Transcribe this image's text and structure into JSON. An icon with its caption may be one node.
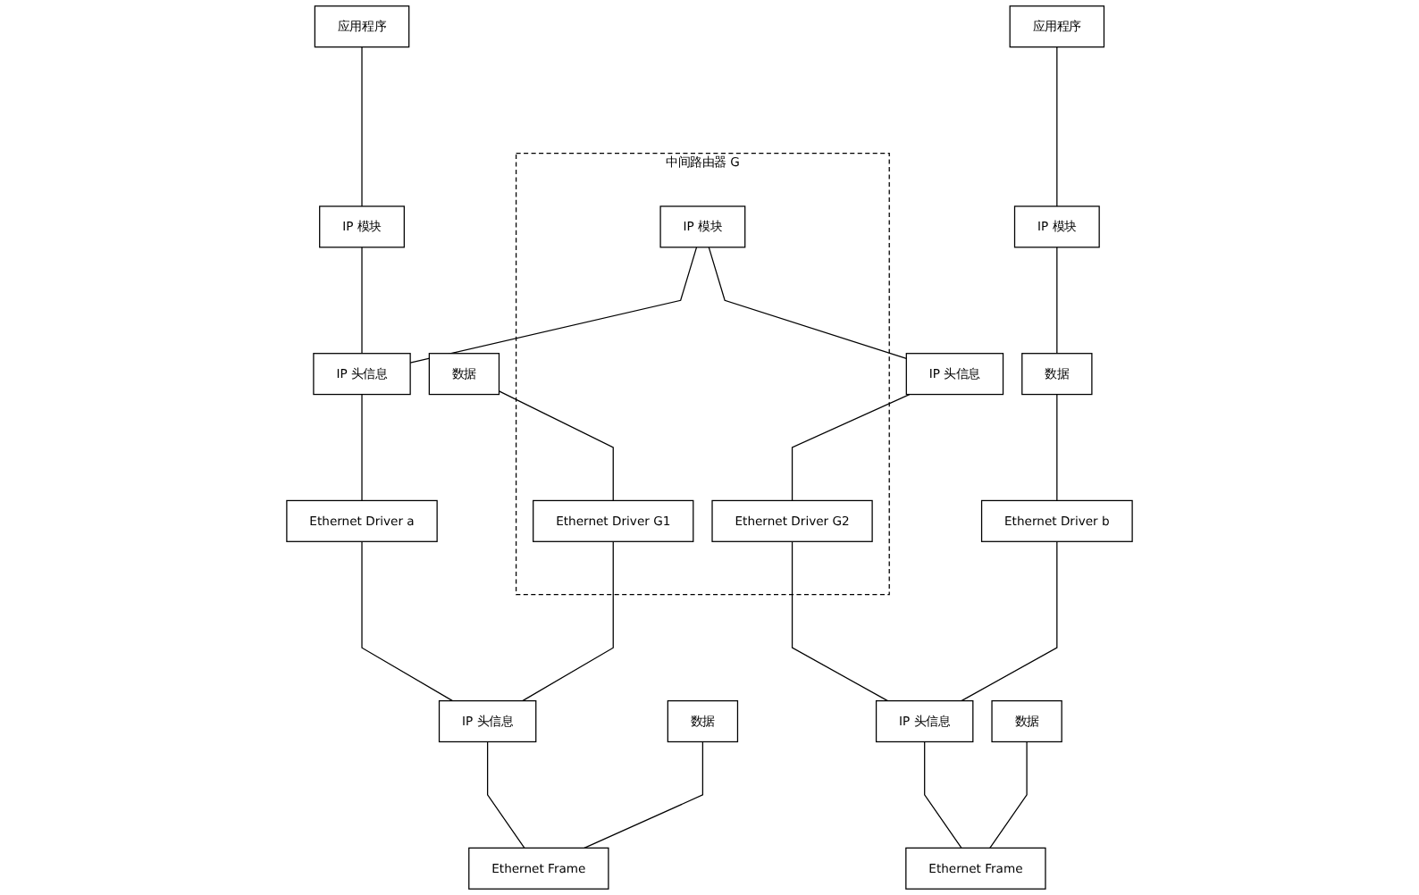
{
  "diagram": {
    "nodes": [
      {
        "text": [
          "应用程序"
        ]
      },
      {
        "text": [
          "中间路由器 G"
        ]
      },
      {
        "text": [
          "应用程序"
        ]
      },
      {
        "text": [
          "IP 模块"
        ]
      },
      {
        "text": [
          "IP 模块"
        ],
        "in": 1
      },
      {
        "text": [
          "IP 模块"
        ]
      },
      {
        "text": [
          "IP 头信息"
        ]
      },
      {
        "text": [
          "数据"
        ]
      },
      {
        "text": [
          "IP 头信息"
        ]
      },
      {
        "text": [
          "数据"
        ]
      },
      {
        "text": [
          "Ethernet Driver a"
        ]
      },
      {
        "text": [
          "Ethernet Driver G1"
        ],
        "in": 1
      },
      {
        "text": [
          "Ethernet Driver G2"
        ],
        "in": 1
      },
      {
        "text": [
          "Ethernet Driver b"
        ]
      },
      {
        "text": [
          "IP 头信息"
        ]
      },
      {
        "text": [
          "数据"
        ]
      },
      {
        "text": [
          "IP 头信息"
        ]
      },
      {
        "text": [
          "数据"
        ]
      },
      {
        "text": [
          "Ethernet Frame"
        ]
      },
      {
        "text": [
          "Ethernet Frame"
        ]
      }
    ],
    "edges": [
      {
        "from": 0,
        "to": 3,
        "arrow": "none"
      },
      {
        "from": 2,
        "to": 5,
        "arrow": "none"
      },
      {
        "from": 3,
        "to": 6,
        "arrow": "none"
      },
      {
        "from": 4,
        "to": 6,
        "arrow": "none"
      },
      {
        "from": 4,
        "to": 8,
        "arrow": "none"
      },
      {
        "from": 5,
        "to": 9,
        "arrow": "none"
      },
      {
        "from": 6,
        "to": 10,
        "arrow": "none"
      },
      {
        "from": 7,
        "to": 11,
        "arrow": "none"
      },
      {
        "from": 8,
        "to": 12,
        "arrow": "none"
      },
      {
        "from": 9,
        "to": 13,
        "arrow": "none"
      },
      {
        "from": 10,
        "to": 14,
        "arrow": "none"
      },
      {
        "from": 11,
        "to": 14,
        "arrow": "none"
      },
      {
        "from": 12,
        "to": 16,
        "arrow": "none"
      },
      {
        "from": 13,
        "to": 16,
        "arrow": "none"
      },
      {
        "from": 14,
        "to": 18,
        "arrow": "none"
      },
      {
        "from": 15,
        "to": 18,
        "arrow": "none"
      },
      {
        "from": 16,
        "to": 19,
        "arrow": "none"
      },
      {
        "from": 17,
        "to": 19,
        "arrow": "none"
      }
    ]
  }
}
